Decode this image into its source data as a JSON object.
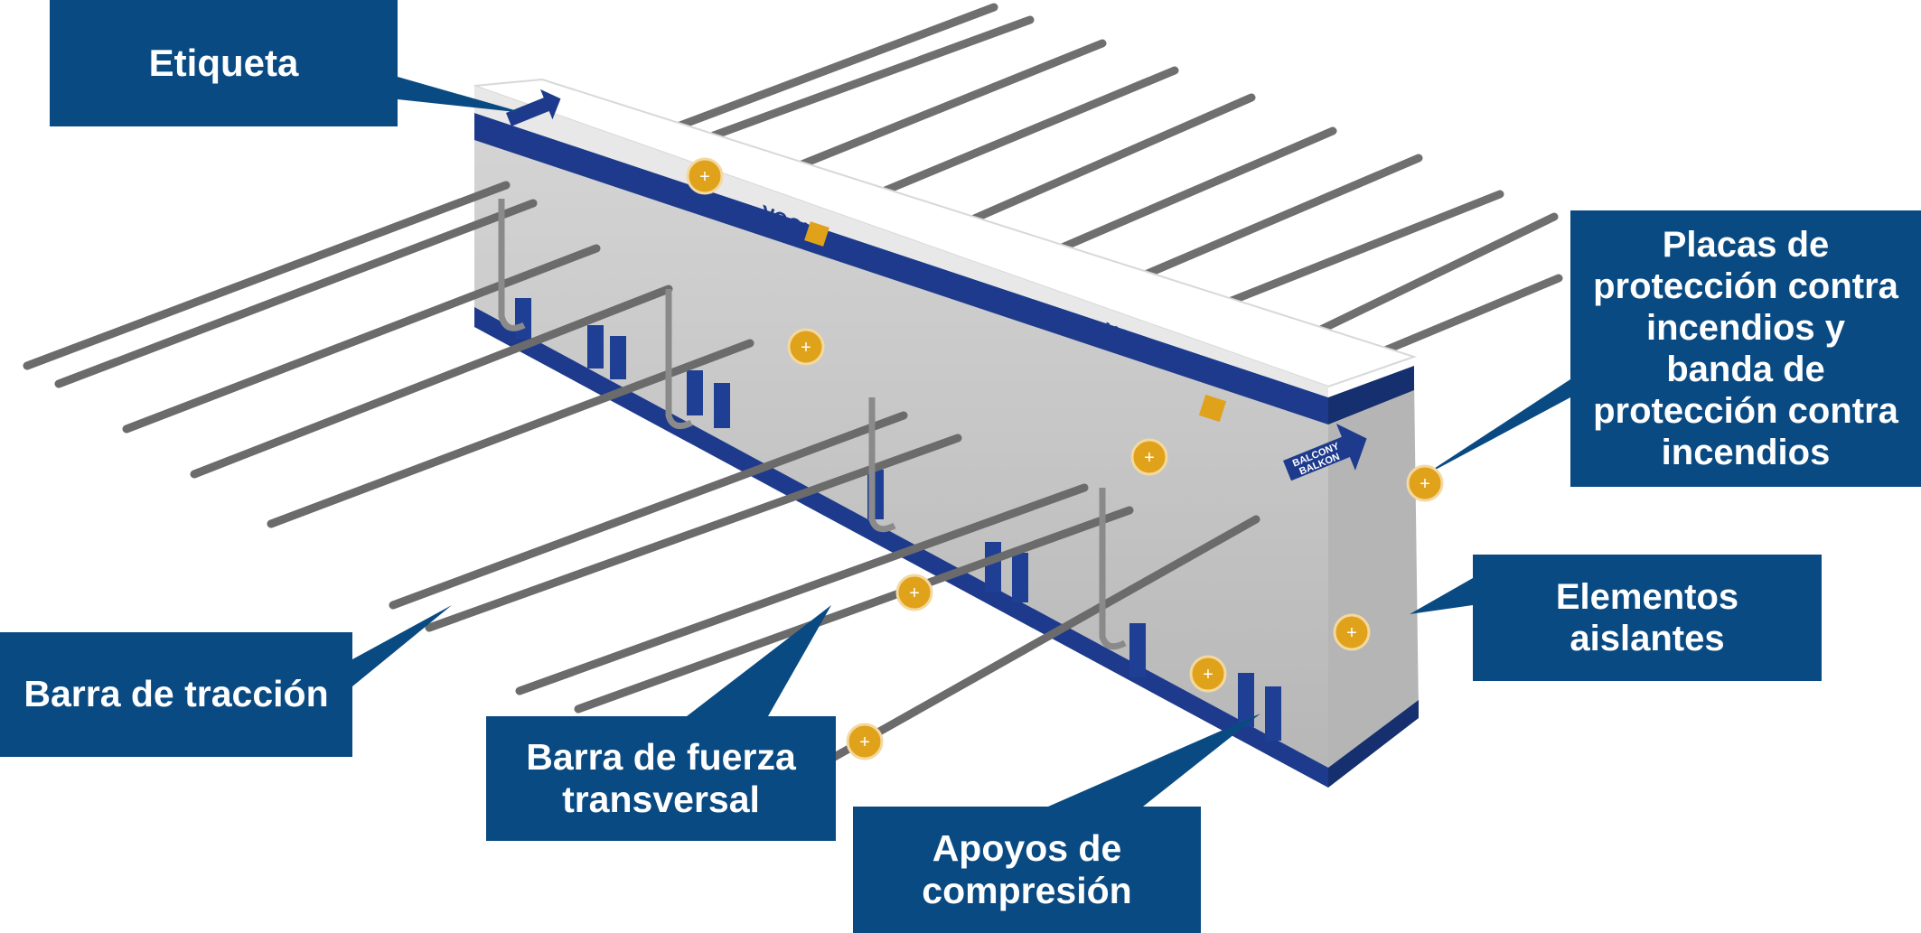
{
  "product_label": {
    "brand_text": "SCHÖCK",
    "arrow_text_line1": "BALCONY",
    "arrow_text_line2": "BALKON"
  },
  "callouts": {
    "etiqueta": "Etiqueta",
    "placas": [
      "Placas de",
      "protección contra",
      "incendios y",
      "banda de",
      "protección contra",
      "incendios"
    ],
    "elementos": [
      "Elementos",
      "aislantes"
    ],
    "traccion": "Barra de tracción",
    "fuerza": [
      "Barra de fuerza",
      "transversal"
    ],
    "apoyos": [
      "Apoyos de",
      "compresión"
    ]
  },
  "hotspot_symbol": "+",
  "colors": {
    "callout_bg": "#0a4a82",
    "callout_text": "#ffffff",
    "hotspot": "#e0a21a",
    "frame_blue": "#1e3a8c",
    "insulation": "#c9c9c9",
    "rebar": "#6b6b6b",
    "label_white": "#ffffff"
  }
}
